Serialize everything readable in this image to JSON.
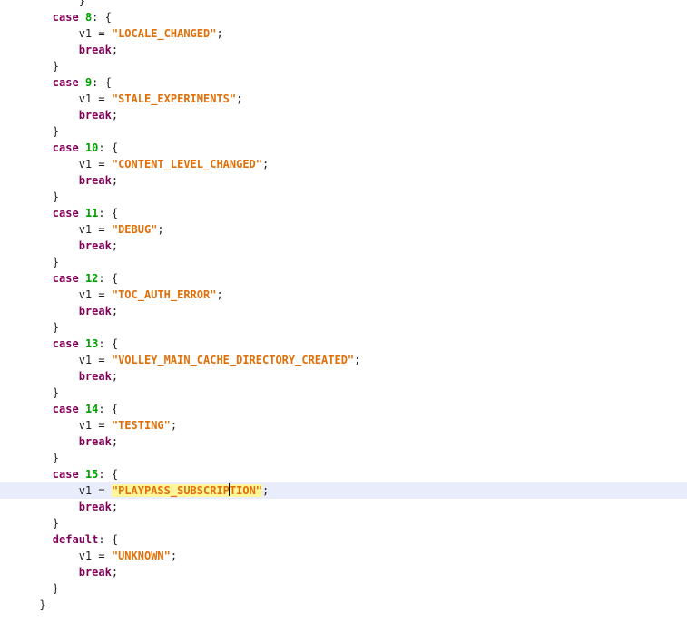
{
  "code": {
    "top_brace": "}",
    "cases": [
      {
        "keyword": "case",
        "number": "8",
        "var": "v1",
        "value": "\"LOCALE_CHANGED\"",
        "break_kw": "break"
      },
      {
        "keyword": "case",
        "number": "9",
        "var": "v1",
        "value": "\"STALE_EXPERIMENTS\"",
        "break_kw": "break"
      },
      {
        "keyword": "case",
        "number": "10",
        "var": "v1",
        "value": "\"CONTENT_LEVEL_CHANGED\"",
        "break_kw": "break"
      },
      {
        "keyword": "case",
        "number": "11",
        "var": "v1",
        "value": "\"DEBUG\"",
        "break_kw": "break"
      },
      {
        "keyword": "case",
        "number": "12",
        "var": "v1",
        "value": "\"TOC_AUTH_ERROR\"",
        "break_kw": "break"
      },
      {
        "keyword": "case",
        "number": "13",
        "var": "v1",
        "value": "\"VOLLEY_MAIN_CACHE_DIRECTORY_CREATED\"",
        "break_kw": "break"
      },
      {
        "keyword": "case",
        "number": "14",
        "var": "v1",
        "value": "\"TESTING\"",
        "break_kw": "break"
      },
      {
        "keyword": "case",
        "number": "15",
        "var": "v1",
        "value_before_caret": "\"PLAYPASS_SUBSCRIP",
        "value_after_caret": "TION\"",
        "break_kw": "break"
      }
    ],
    "default_case": {
      "keyword": "default",
      "var": "v1",
      "value": "\"UNKNOWN\"",
      "break_kw": "break"
    },
    "closing_brace": "}"
  },
  "colors": {
    "keyword": "#7f0055",
    "number": "#00a000",
    "string": "#e0700a",
    "current_line": "#e8ecfb",
    "selection_highlight": "#fff59a"
  }
}
